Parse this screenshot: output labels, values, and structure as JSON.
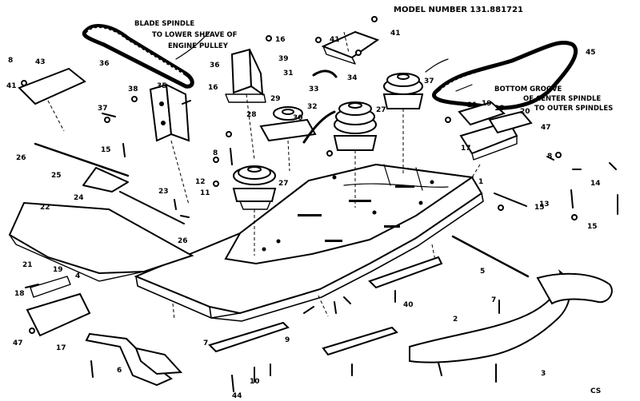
{
  "model_number": "MODEL NUMBER 131.881721",
  "notes": {
    "blade_spindle": [
      "BLADE SPINDLE",
      "TO LOWER SHEAVE OF",
      "ENGINE PULLEY"
    ],
    "bottom_groove": [
      "BOTTOM GROOVE",
      "OF CENTER SPINDLE",
      "TO OUTER SPINDLES"
    ]
  },
  "corner_code": "CS",
  "parts": [
    {
      "id": "p36a",
      "label": "36"
    },
    {
      "id": "p36b",
      "label": "36"
    },
    {
      "id": "p16a",
      "label": "16"
    },
    {
      "id": "p16b",
      "label": "16"
    },
    {
      "id": "p39",
      "label": "39"
    },
    {
      "id": "p31",
      "label": "31"
    },
    {
      "id": "p41a",
      "label": "41"
    },
    {
      "id": "p41b",
      "label": "41"
    },
    {
      "id": "p41c",
      "label": "41"
    },
    {
      "id": "p8a",
      "label": "8"
    },
    {
      "id": "p8b",
      "label": "8"
    },
    {
      "id": "p8c",
      "label": "8"
    },
    {
      "id": "p43",
      "label": "43"
    },
    {
      "id": "p38",
      "label": "38"
    },
    {
      "id": "p35",
      "label": "35"
    },
    {
      "id": "p37a",
      "label": "37"
    },
    {
      "id": "p37b",
      "label": "37"
    },
    {
      "id": "p28",
      "label": "28"
    },
    {
      "id": "p29",
      "label": "29"
    },
    {
      "id": "p32",
      "label": "32"
    },
    {
      "id": "p33",
      "label": "33"
    },
    {
      "id": "p30",
      "label": "30"
    },
    {
      "id": "p34",
      "label": "34"
    },
    {
      "id": "p15a",
      "label": "15"
    },
    {
      "id": "p15b",
      "label": "15"
    },
    {
      "id": "p15c",
      "label": "15"
    },
    {
      "id": "p26a",
      "label": "26"
    },
    {
      "id": "p26b",
      "label": "26"
    },
    {
      "id": "p25",
      "label": "25"
    },
    {
      "id": "p24",
      "label": "24"
    },
    {
      "id": "p23",
      "label": "23"
    },
    {
      "id": "p22",
      "label": "22"
    },
    {
      "id": "p12",
      "label": "12"
    },
    {
      "id": "p11",
      "label": "11"
    },
    {
      "id": "p27a",
      "label": "27"
    },
    {
      "id": "p27b",
      "label": "27"
    },
    {
      "id": "p1",
      "label": "1"
    },
    {
      "id": "p2",
      "label": "2"
    },
    {
      "id": "p3",
      "label": "3"
    },
    {
      "id": "p4",
      "label": "4"
    },
    {
      "id": "p5",
      "label": "5"
    },
    {
      "id": "p6",
      "label": "6"
    },
    {
      "id": "p7a",
      "label": "7"
    },
    {
      "id": "p7b",
      "label": "7"
    },
    {
      "id": "p9",
      "label": "9"
    },
    {
      "id": "p10",
      "label": "10"
    },
    {
      "id": "p13",
      "label": "13"
    },
    {
      "id": "p14",
      "label": "14"
    },
    {
      "id": "p17a",
      "label": "17"
    },
    {
      "id": "p17b",
      "label": "17"
    },
    {
      "id": "p18a",
      "label": "18"
    },
    {
      "id": "p18b",
      "label": "18"
    },
    {
      "id": "p19a",
      "label": "19"
    },
    {
      "id": "p19b",
      "label": "19"
    },
    {
      "id": "p20",
      "label": "20"
    },
    {
      "id": "p21a",
      "label": "21"
    },
    {
      "id": "p21b",
      "label": "21"
    },
    {
      "id": "p40",
      "label": "40"
    },
    {
      "id": "p44",
      "label": "44"
    },
    {
      "id": "p45",
      "label": "45"
    },
    {
      "id": "p47a",
      "label": "47"
    },
    {
      "id": "p47b",
      "label": "47"
    }
  ]
}
